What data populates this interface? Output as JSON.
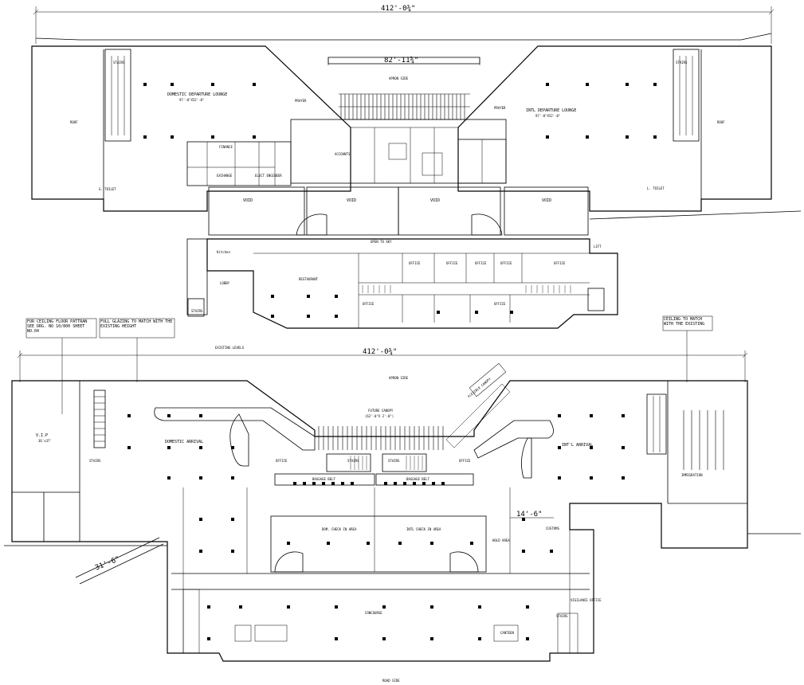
{
  "upper_plan": {
    "overall_dim": "412'-0¾\"",
    "center_dim": "82'-11¾\"",
    "apron_label": "APRON SIDE",
    "rooms": {
      "dom_departure": "DOMESTIC DEPARTURE LOUNGE",
      "dom_departure_size": "97'-0\"X52'-0\"",
      "intl_departure": "INTL DEPARTURE LOUNGE",
      "intl_departure_size": "97'-0\"X52'-0\"",
      "prayer_left": "PRAYER",
      "prayer_right": "PRAYER",
      "roof_left": "ROOF",
      "roof_right": "ROOF",
      "stairs_left": "STAIRS",
      "stairs_right": "STAIRS",
      "finance": "FINANCE",
      "accounts": "ACCOUNTS",
      "exchange": "EXCHANGE",
      "elect_engineer": "ELECT ENGINEER",
      "void1": "VOID",
      "void2": "VOID",
      "void3": "VOID",
      "void4": "VOID",
      "open_to_sky": "OPEN TO SKY",
      "kitchen": "Kitchen",
      "restaurant": "RESTAURANT",
      "lobby": "LOBBY",
      "toilet_l": "G. TOILET",
      "toilet_r": "L. TOILET",
      "office1": "OFFICE",
      "office2": "OFFICE",
      "office3": "OFFICE",
      "office4": "OFFICE",
      "office5": "OFFICE",
      "office6": "OFFICE",
      "office7": "OFFICE",
      "stairs_bottom": "STAIRS",
      "lift": "LIFT"
    }
  },
  "notes": {
    "ceiling_floor": "FOR CEILING FLOOR PATTRAN SEE DRG. NO 10/800 SHEET NO.04",
    "full_glazing": "FULL GLAZING TO MATCH WITH THE EXISTING HEIGHT",
    "ceiling_match": "CEILING TO MATCH WITH THE EXISTING",
    "existing_level": "EXISTING LEVELS"
  },
  "lower_plan": {
    "overall_dim": "412'-0¾\"",
    "apron_label": "APRON SIDE",
    "canopy": "FUTURE CANOPY",
    "canopy_size": "(62'-0\"X 2'-0\")",
    "flexible_canopy": "FLEXIBLE CANOPY",
    "side_dim": "14'-6\"",
    "slope_dim": "31'-6\"",
    "road_side": "ROAD SIDE",
    "rooms": {
      "vip": "V.I.P",
      "vip_size": "36'x37'",
      "dom_arrival": "DOMESTIC ARRIVAL",
      "intl_arrival": "INT'L ARRIVAL",
      "immigration": "IMMIGRATION",
      "dom_checkin": "DOM. CHECK IN AREA",
      "intl_checkin": "INTL CHECK IN AREA",
      "concourse": "CONCOURSE",
      "baggage_left": "BAGGAGE BELT",
      "baggage_right": "BAGGAGE BELT",
      "stairs_c1": "STAIRS",
      "stairs_c2": "STAIRS",
      "stairs_l": "STAIRS",
      "stairs_r": "STAIRS",
      "canteen": "CANTEEN",
      "office_l": "OFFICE",
      "office_r": "OFFICE",
      "customs": "CUSTOMS",
      "vigilance": "VIGILANCE OFFICE",
      "holding": "HOLD AREA"
    }
  }
}
